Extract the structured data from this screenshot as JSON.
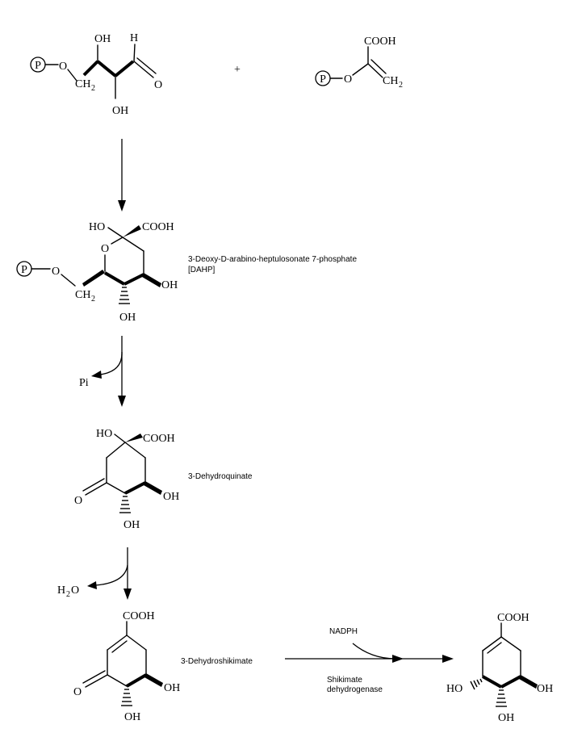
{
  "labels": {
    "plus": "+",
    "dahp_line1": "3-Deoxy-D-arabino-heptulosonate 7-phosphate",
    "dahp_line2": "[DAHP]",
    "pi": "Pi",
    "dehydroquinate": "3-Dehydroquinate",
    "water": "H",
    "water_sub": "2",
    "water_o": "O",
    "dehydroshikimate": "3-Dehydroshikimate",
    "cofactor": "NADPH",
    "enzyme_line1": "Shikimate",
    "enzyme_line2": "dehydrogenase"
  },
  "atoms": {
    "phosphate": "P",
    "oxygen": "O",
    "hydroxyl": "OH",
    "hydroxyl_left": "HO",
    "hydrogen": "H",
    "carboxyl": "COOH",
    "methylene": "CH",
    "sub2": "2"
  },
  "colors": {
    "ink": "#000000",
    "background": "#ffffff"
  }
}
